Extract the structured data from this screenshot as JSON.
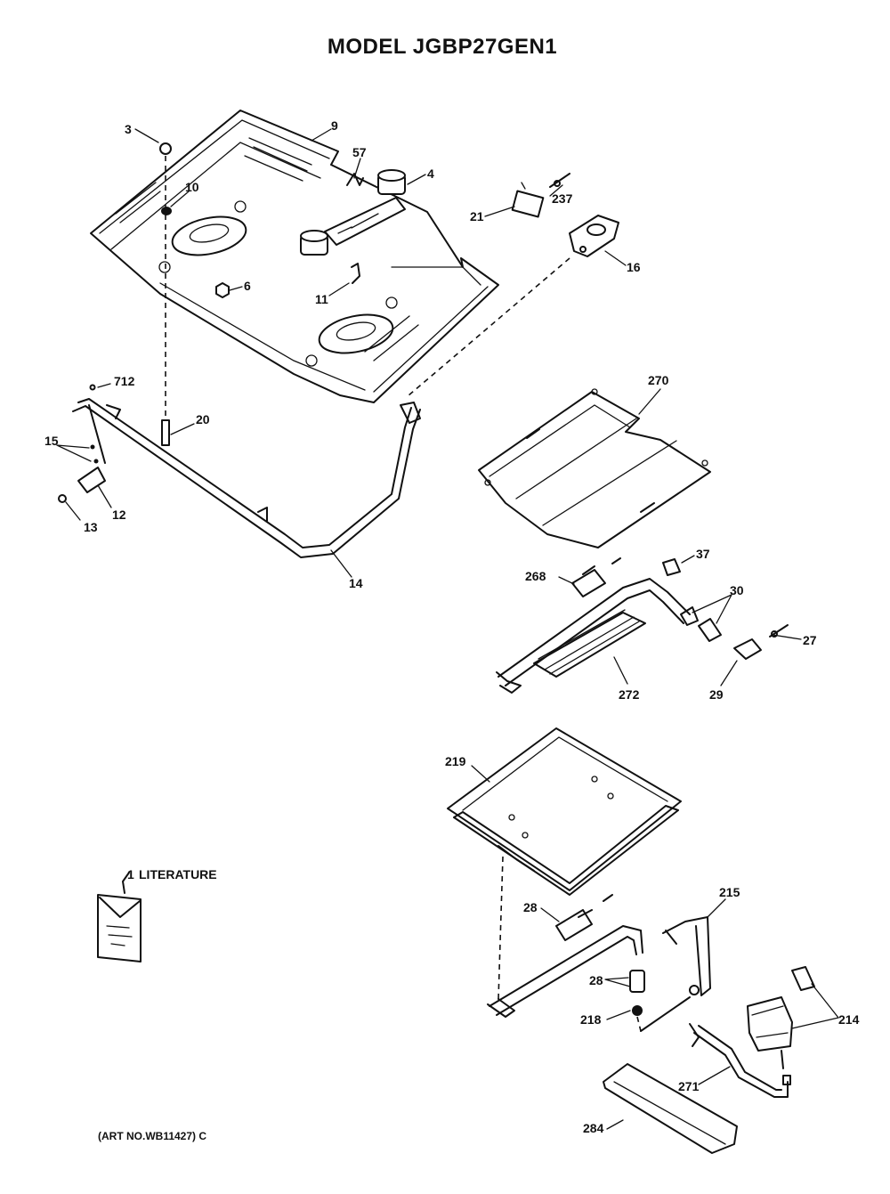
{
  "title": "MODEL JGBP27GEN1",
  "art_number": "(ART NO.WB11427) C",
  "literature_label": "LITERATURE",
  "callouts": {
    "c3": "3",
    "c9": "9",
    "c57": "57",
    "c4": "4",
    "c10": "10",
    "c6": "6",
    "c11": "11",
    "c237": "237",
    "c21": "21",
    "c16": "16",
    "c712": "712",
    "c20": "20",
    "c15": "15",
    "c12": "12",
    "c13": "13",
    "c14": "14",
    "c270": "270",
    "c37": "37",
    "c268": "268",
    "c30": "30",
    "c27": "27",
    "c272": "272",
    "c29": "29",
    "c219": "219",
    "c1": "1",
    "c28a": "28",
    "c215": "215",
    "c28b": "28",
    "c218": "218",
    "c214": "214",
    "c271": "271",
    "c284": "284"
  }
}
